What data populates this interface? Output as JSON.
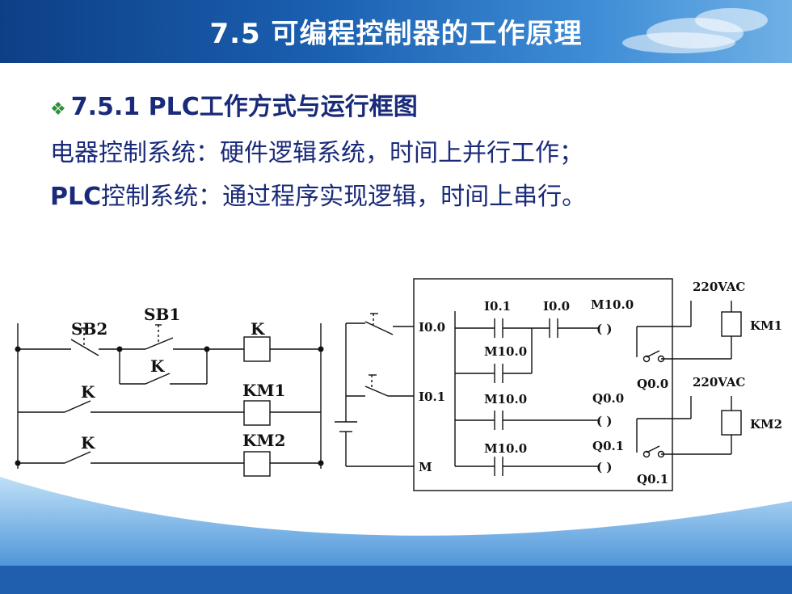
{
  "slide": {
    "title": "7.5  可编程控制器的工作原理",
    "bullet_heading": "7.5.1 PLC工作方式与运行框图",
    "line2": "电器控制系统：硬件逻辑系统，时间上并行工作；",
    "line3_lead": "PLC",
    "line3_rest": "控制系统：通过程序实现逻辑，时间上串行。"
  },
  "left_circuit": {
    "sb2": "SB2",
    "sb1": "SB1",
    "k_coil": "K",
    "k_contact_1": "K",
    "k_contact_2": "K",
    "k_contact_3": "K",
    "km1": "KM1",
    "km2": "KM2"
  },
  "plc": {
    "in_i00": "I0.0",
    "in_i01": "I0.1",
    "in_m": "M",
    "c_i01": "I0.1",
    "c_i00": "I0.0",
    "c_m100_coil": "M10.0",
    "c_m100_a": "M10.0",
    "c_m100_b": "M10.0",
    "c_m100_c": "M10.0",
    "c_q00": "Q0.0",
    "c_q01": "Q0.1",
    "coil_symbol_1": "( )",
    "coil_symbol_2": "( )",
    "coil_symbol_3": "( )",
    "out_q00": "Q0.0",
    "out_q01": "Q0.1",
    "vac_1": "220VAC",
    "vac_2": "220VAC",
    "km1": "KM1",
    "km2": "KM2"
  },
  "colors": {
    "title_dark": "#0d3f86",
    "title_light": "#6fb0e6",
    "text_navy": "#1a2a7a",
    "bullet_green": "#2f8f3a",
    "wave_blue": "#2c7fd0"
  }
}
